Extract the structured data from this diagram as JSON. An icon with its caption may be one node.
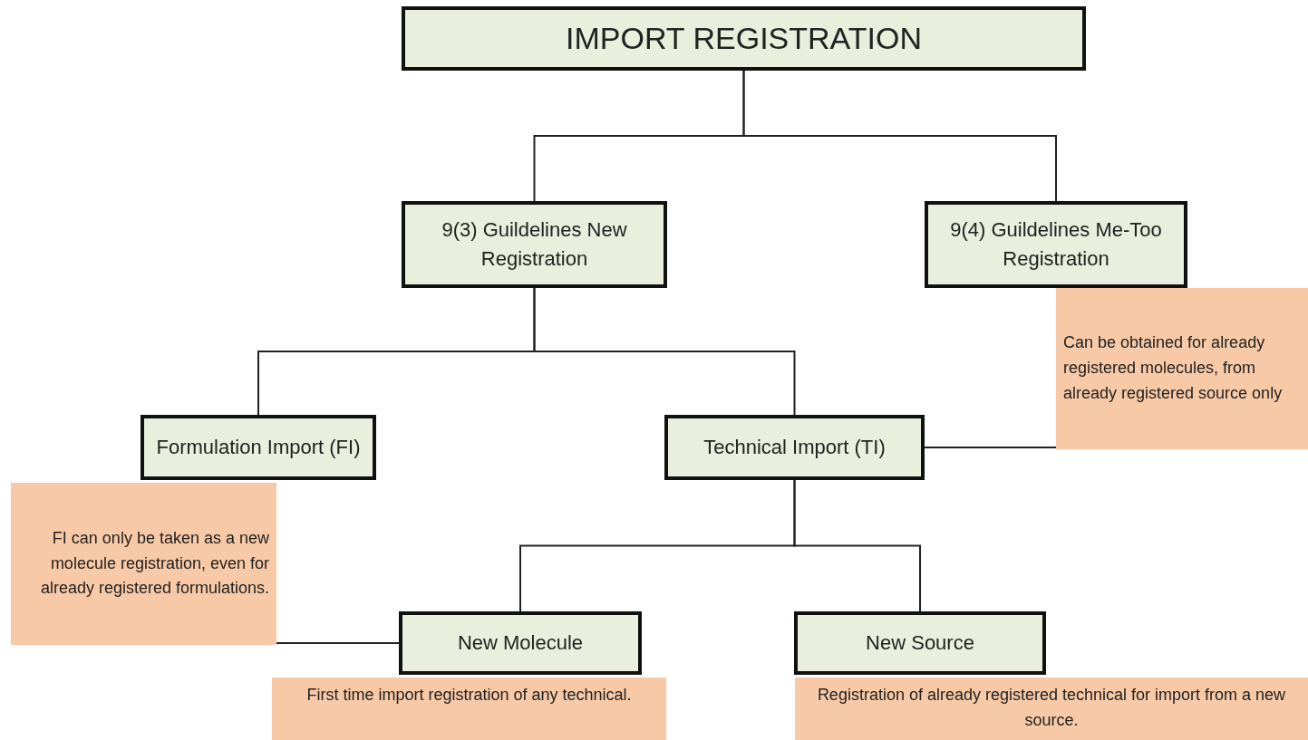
{
  "diagram": {
    "nodes": [
      {
        "text": [
          "IMPORT REGISTRATION"
        ]
      },
      {
        "text": [
          "9(3) Guildelines New Registration"
        ]
      },
      {
        "text": [
          "9(4) Guildelines Me-Too Registration"
        ]
      },
      {
        "text": [
          "Can be obtained for already registered molecules, from already registered source only"
        ]
      },
      {
        "text": [
          "Formulation Import (FI)"
        ]
      },
      {
        "text": [
          "Technical Import (TI)"
        ]
      },
      {
        "text": [
          "FI can only be taken as a new molecule registration, even for already registered formulations."
        ]
      },
      {
        "text": [
          "New Molecule"
        ]
      },
      {
        "text": [
          "New Source"
        ]
      },
      {
        "text": [
          "First time import registration of any technical."
        ]
      },
      {
        "text": [
          "Registration of already registered technical for import from a new source."
        ]
      }
    ],
    "edges": [
      {
        "from": 0,
        "to": 1,
        "arrow": "none"
      },
      {
        "from": 0,
        "to": 2,
        "arrow": "none"
      },
      {
        "from": 1,
        "to": 4,
        "arrow": "none"
      },
      {
        "from": 1,
        "to": 5,
        "arrow": "none"
      },
      {
        "from": 3,
        "to": 5,
        "arrow": "none"
      },
      {
        "from": 5,
        "to": 7,
        "arrow": "none"
      },
      {
        "from": 5,
        "to": 8,
        "arrow": "none"
      },
      {
        "from": 6,
        "to": 7,
        "arrow": "none"
      }
    ]
  }
}
